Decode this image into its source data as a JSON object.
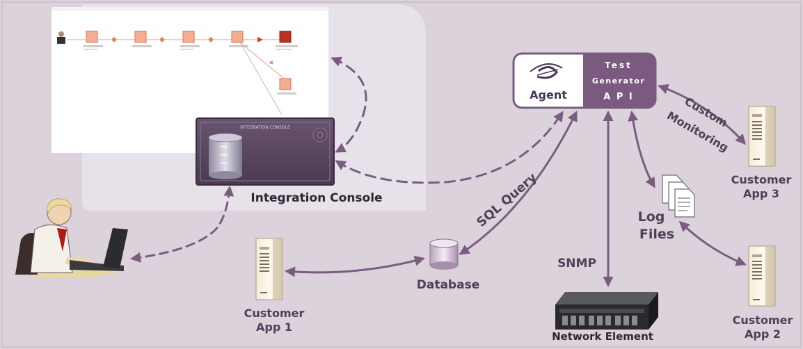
{
  "colors": {
    "background": "#dbd2dc",
    "arrow": "#7a5c80",
    "api_panel": "#7b5a80",
    "label_text": "#504058"
  },
  "agent_box": {
    "agent_label": "Agent",
    "api_line1": "Test",
    "api_line2": "Generator",
    "api_line3": "A P I"
  },
  "console": {
    "panel_title": "INTEGRATION CONSOLE",
    "label": "Integration Console"
  },
  "nodes": {
    "customer_app_1": {
      "line1": "Customer",
      "line2": "App 1"
    },
    "customer_app_2": {
      "line1": "Customer",
      "line2": "App 2"
    },
    "customer_app_3": {
      "line1": "Customer",
      "line2": "App 3"
    },
    "database": "Database",
    "log_files": {
      "line1": "Log",
      "line2": "Files"
    },
    "network_element": "Network Element"
  },
  "edge_labels": {
    "sql_query": "SQL Query",
    "snmp": "SNMP",
    "custom": "Custom",
    "monitoring": "Monitoring"
  },
  "icons": [
    "user-at-laptop-icon",
    "server-tower-icon",
    "database-cylinder-icon",
    "log-files-icon",
    "network-rack-icon",
    "agent-logo-icon"
  ]
}
